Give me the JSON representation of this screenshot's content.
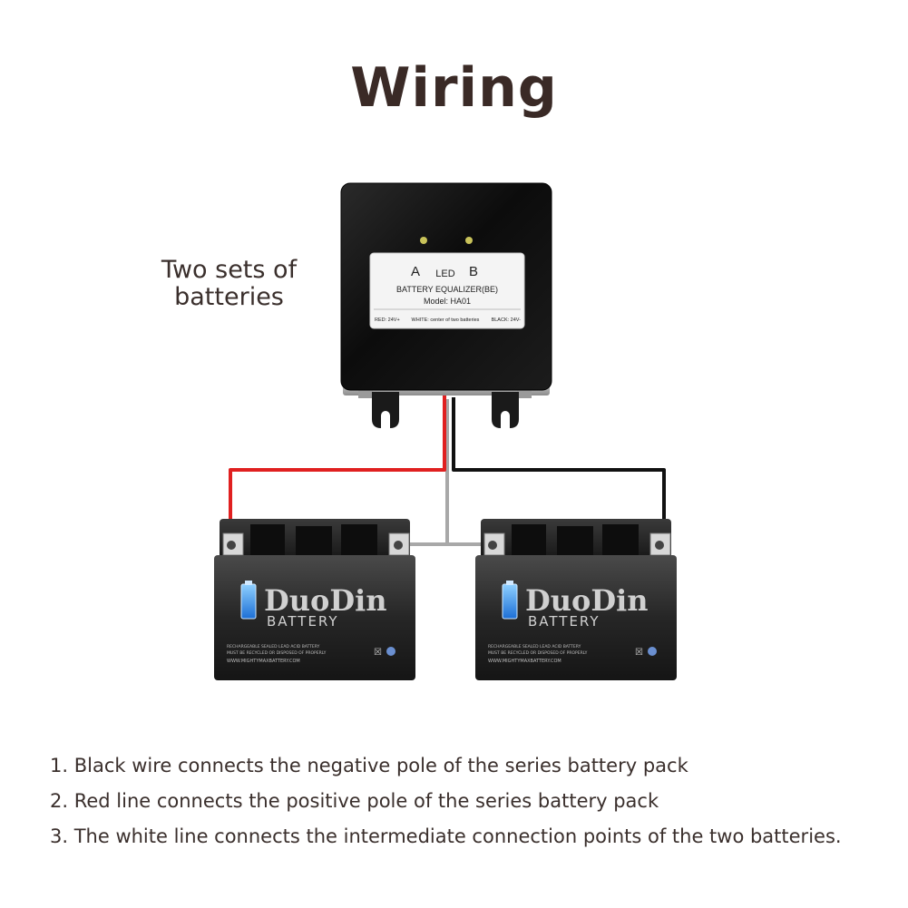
{
  "title": "Wiring",
  "side_label": "Two sets of batteries",
  "device": {
    "label_a": "A",
    "label_led": "LED",
    "label_b": "B",
    "name": "BATTERY EQUALIZER(BE)",
    "model": "Model: HA01",
    "wiring_left": "RED: 24V+",
    "wiring_middle": "WHITE: center of two batteries",
    "wiring_right": "BLACK: 24V-"
  },
  "battery": {
    "brand": "DuoDin",
    "subtitle": "BATTERY",
    "fine_print_1": "RECHARGEABLE SEALED LEAD ACID BATTERY",
    "fine_print_2": "MUST BE RECYCLED OR DISPOSED OF PROPERLY",
    "website": "WWW.MIGHTYMAXBATTERY.COM"
  },
  "wire_colors": {
    "red": "#e02020",
    "white": "#a8a8a8",
    "black": "#111111"
  },
  "notes": [
    "1. Black wire connects the negative pole of the series battery pack",
    "2. Red line connects the positive pole of the series battery pack",
    "3. The white line connects the intermediate connection points of the two batteries."
  ]
}
